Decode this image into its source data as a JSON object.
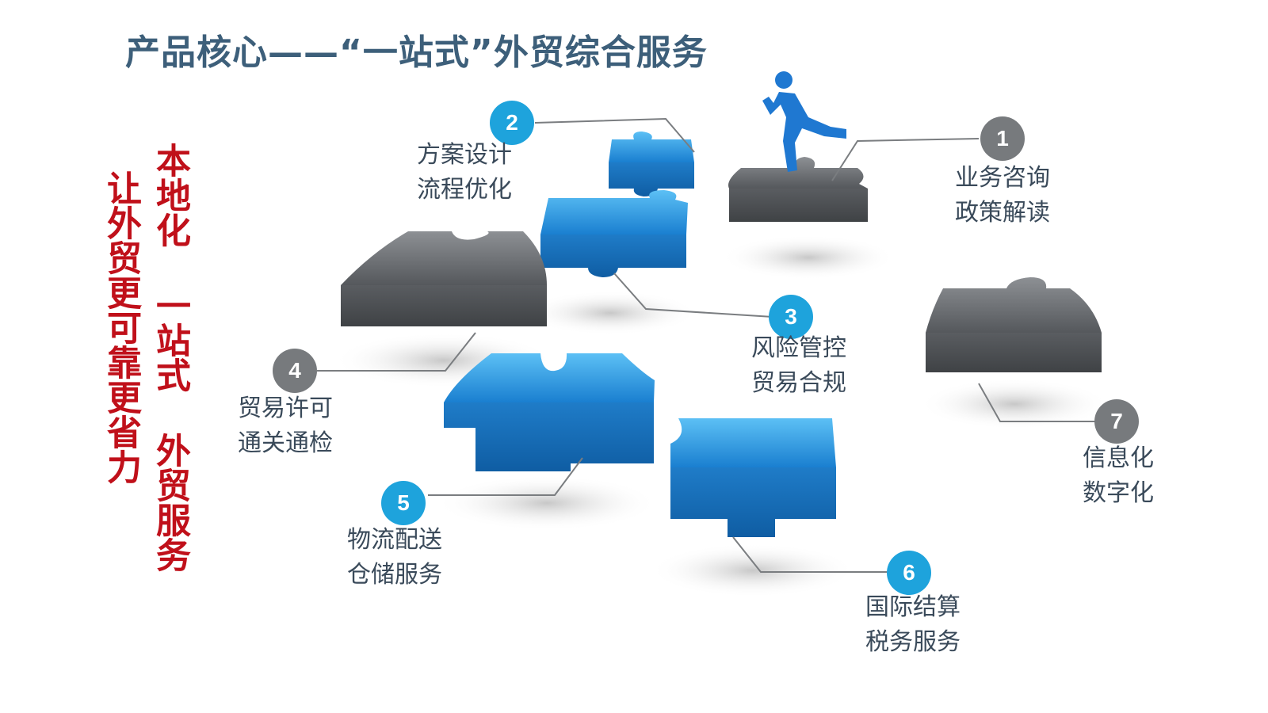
{
  "title": "产品核心——“一站式”外贸综合服务",
  "slogan_col1": "本地化 一站式 外贸服务",
  "slogan_col2": "让外贸更可靠更省力",
  "colors": {
    "blue": "#1ea3dc",
    "gray": "#777a7d",
    "red": "#c0101a",
    "title": "#3d5f7a"
  },
  "items": [
    {
      "number": "1",
      "line1": "业务咨询",
      "line2": "政策解读",
      "color": "gray"
    },
    {
      "number": "2",
      "line1": "方案设计",
      "line2": "流程优化",
      "color": "blue"
    },
    {
      "number": "3",
      "line1": "风险管控",
      "line2": "贸易合规",
      "color": "blue"
    },
    {
      "number": "4",
      "line1": "贸易许可",
      "line2": "通关通检",
      "color": "gray"
    },
    {
      "number": "5",
      "line1": "物流配送",
      "line2": "仓储服务",
      "color": "blue"
    },
    {
      "number": "6",
      "line1": "国际结算",
      "line2": "税务服务",
      "color": "blue"
    },
    {
      "number": "7",
      "line1": "信息化",
      "line2": "数字化",
      "color": "gray"
    }
  ]
}
